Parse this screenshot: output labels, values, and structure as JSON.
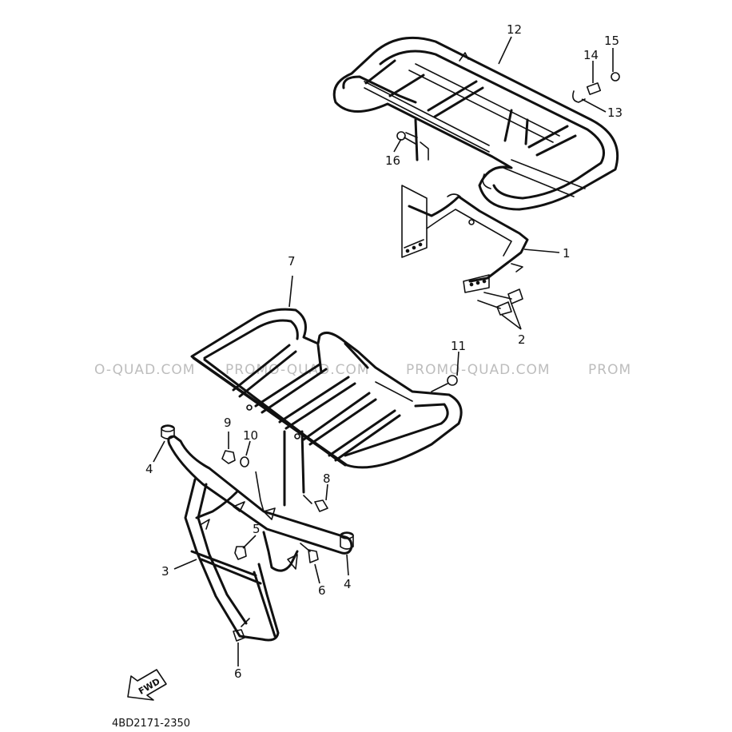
{
  "diagram": {
    "drawing_code": "4BD2171-2350",
    "direction_label": "FWD",
    "watermarks": [
      "O-QUAD.COM",
      "PROMO-QUAD.COM",
      "PROMO-QUAD.COM",
      "PROM"
    ],
    "callouts": [
      {
        "id": "c1",
        "label": "1"
      },
      {
        "id": "c2",
        "label": "2"
      },
      {
        "id": "c3",
        "label": "3"
      },
      {
        "id": "c4a",
        "label": "4"
      },
      {
        "id": "c4b",
        "label": "4"
      },
      {
        "id": "c5",
        "label": "5"
      },
      {
        "id": "c6a",
        "label": "6"
      },
      {
        "id": "c6b",
        "label": "6"
      },
      {
        "id": "c7",
        "label": "7"
      },
      {
        "id": "c8",
        "label": "8"
      },
      {
        "id": "c9",
        "label": "9"
      },
      {
        "id": "c10",
        "label": "10"
      },
      {
        "id": "c11",
        "label": "11"
      },
      {
        "id": "c12",
        "label": "12"
      },
      {
        "id": "c13",
        "label": "13"
      },
      {
        "id": "c14",
        "label": "14"
      },
      {
        "id": "c15",
        "label": "15"
      },
      {
        "id": "c16",
        "label": "16"
      }
    ]
  }
}
